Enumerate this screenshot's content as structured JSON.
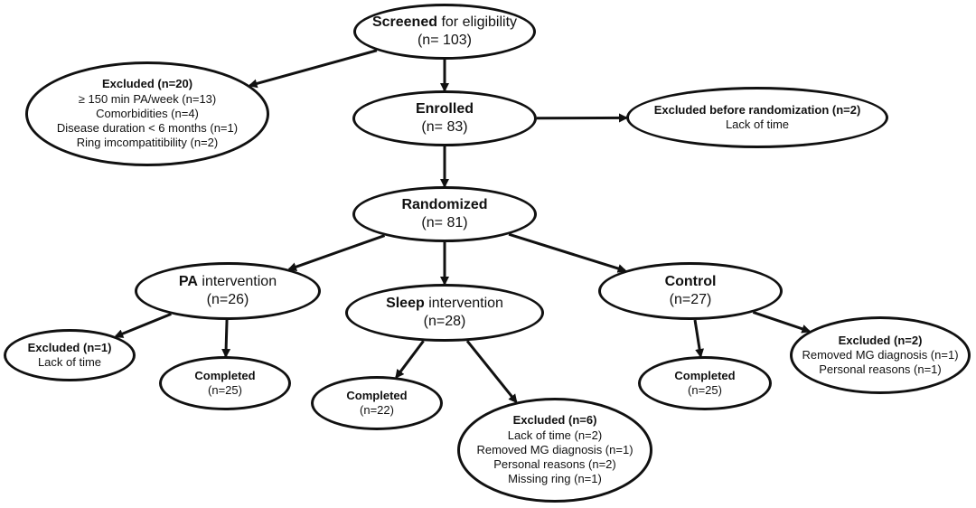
{
  "nodes": {
    "screened": {
      "bold": "Screened",
      "rest": " for eligibility",
      "count": "(n= 103)"
    },
    "excluded_20": {
      "title": "Excluded (n=20)",
      "lines": [
        "≥ 150 min PA/week (n=13)",
        "Comorbidities (n=4)",
        "Disease duration < 6 months (n=1)",
        "Ring imcompatitibility (n=2)"
      ]
    },
    "enrolled": {
      "bold": "Enrolled",
      "rest": "",
      "count": "(n= 83)"
    },
    "excluded_before": {
      "title": "Excluded before randomization (n=2)",
      "lines": [
        "Lack of time"
      ]
    },
    "randomized": {
      "bold": "Randomized",
      "rest": "",
      "count": "(n= 81)"
    },
    "pa": {
      "bold": "PA",
      "rest": " intervention",
      "count": "(n=26)"
    },
    "sleep": {
      "bold": "Sleep",
      "rest": " intervention",
      "count": "(n=28)"
    },
    "control": {
      "bold": "Control",
      "rest": "",
      "count": "(n=27)"
    },
    "pa_excluded": {
      "title": "Excluded (n=1)",
      "lines": [
        "Lack of time"
      ]
    },
    "pa_completed": {
      "title": "Completed",
      "lines": [
        "(n=25)"
      ]
    },
    "sleep_completed": {
      "title": "Completed",
      "lines": [
        "(n=22)"
      ]
    },
    "sleep_excluded": {
      "title": "Excluded (n=6)",
      "lines": [
        "Lack of time (n=2)",
        "Removed MG diagnosis (n=1)",
        "Personal reasons (n=2)",
        "Missing ring (n=1)"
      ]
    },
    "control_completed": {
      "title": "Completed",
      "lines": [
        "(n=25)"
      ]
    },
    "control_excluded": {
      "title": "Excluded (n=2)",
      "lines": [
        "Removed MG diagnosis (n=1)",
        "Personal reasons (n=1)"
      ]
    }
  },
  "edges": [
    [
      "screened",
      "enrolled"
    ],
    [
      "screened",
      "excluded_20"
    ],
    [
      "enrolled",
      "excluded_before"
    ],
    [
      "enrolled",
      "randomized"
    ],
    [
      "randomized",
      "pa"
    ],
    [
      "randomized",
      "sleep"
    ],
    [
      "randomized",
      "control"
    ],
    [
      "pa",
      "pa_excluded"
    ],
    [
      "pa",
      "pa_completed"
    ],
    [
      "sleep",
      "sleep_completed"
    ],
    [
      "sleep",
      "sleep_excluded"
    ],
    [
      "control",
      "control_completed"
    ],
    [
      "control",
      "control_excluded"
    ]
  ]
}
